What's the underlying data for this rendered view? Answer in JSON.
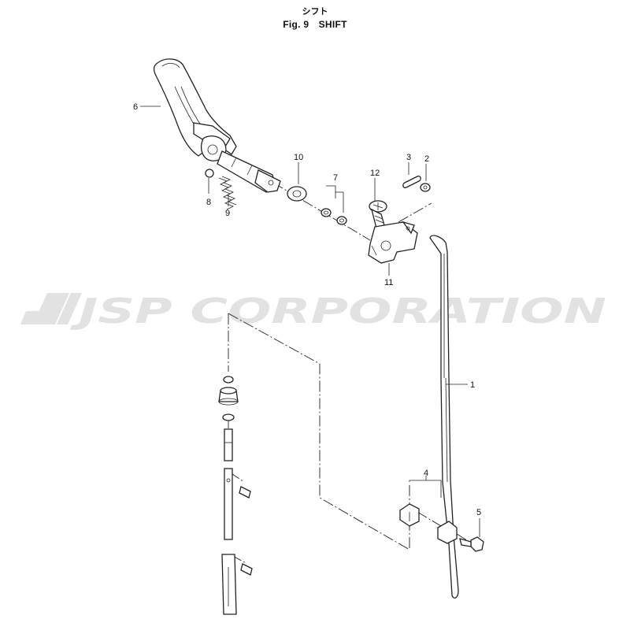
{
  "title": {
    "japanese": "シフト",
    "english": "Fig. 9　SHIFT"
  },
  "watermark": "JSP CORPORATION",
  "callouts": {
    "c1": "1",
    "c2": "2",
    "c3": "3",
    "c4": "4",
    "c5": "5",
    "c6": "6",
    "c7": "7",
    "c8": "8",
    "c9": "9",
    "c10": "10",
    "c11": "11",
    "c12": "12"
  },
  "colors": {
    "watermark": "#e2e2e2",
    "line": "#222222"
  }
}
